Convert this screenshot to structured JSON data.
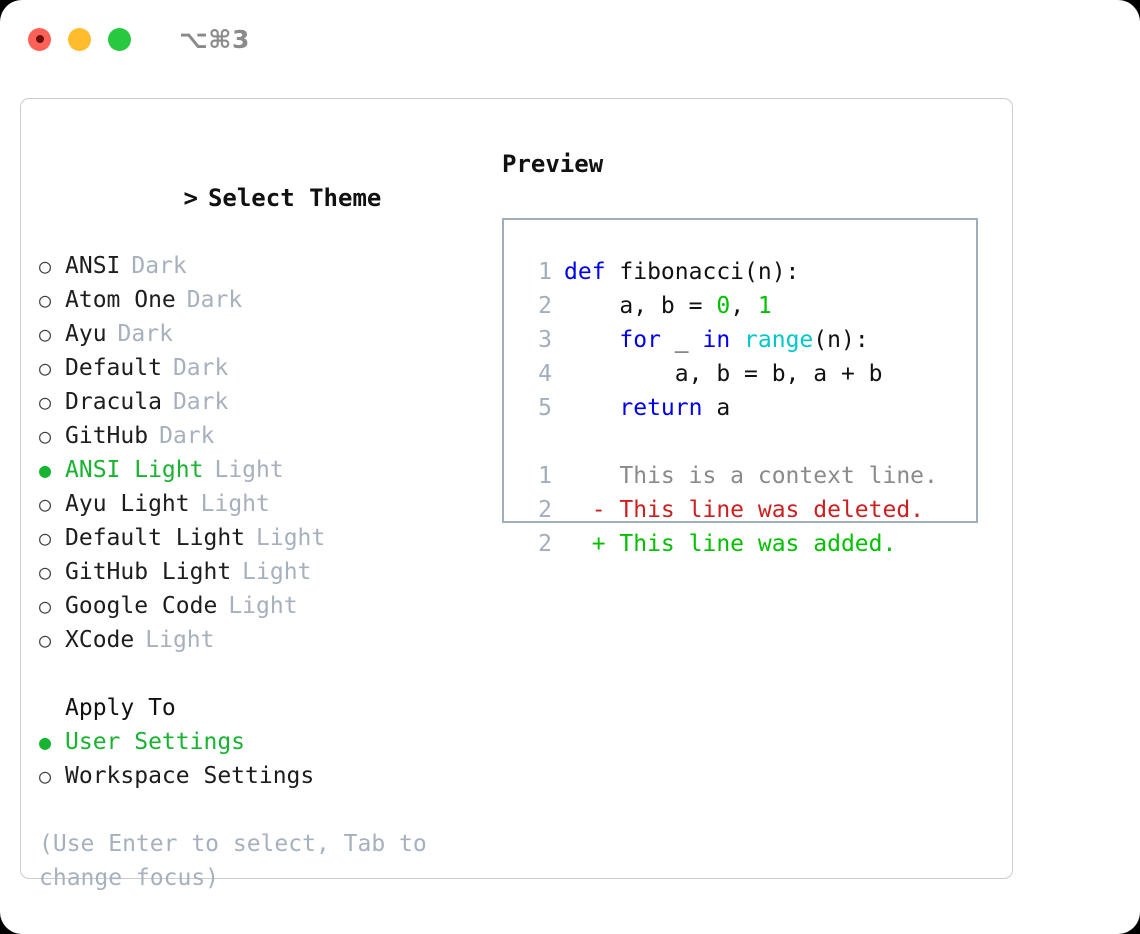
{
  "titlebar": {
    "shortcut": "⌥⌘3",
    "buttons": [
      {
        "name": "close",
        "color": "#ff6159"
      },
      {
        "name": "minimize",
        "color": "#ffbd2e"
      },
      {
        "name": "maximize",
        "color": "#28c840"
      }
    ]
  },
  "theme_selector": {
    "header": "Select Theme",
    "caret": ">",
    "marker_selected": "●",
    "marker_unselected": "○",
    "items": [
      {
        "name": "ANSI",
        "kind": "Dark",
        "selected": false
      },
      {
        "name": "Atom One",
        "kind": "Dark",
        "selected": false
      },
      {
        "name": "Ayu",
        "kind": "Dark",
        "selected": false
      },
      {
        "name": "Default",
        "kind": "Dark",
        "selected": false
      },
      {
        "name": "Dracula",
        "kind": "Dark",
        "selected": false
      },
      {
        "name": "GitHub",
        "kind": "Dark",
        "selected": false
      },
      {
        "name": "ANSI Light",
        "kind": "Light",
        "selected": true
      },
      {
        "name": "Ayu Light",
        "kind": "Light",
        "selected": false
      },
      {
        "name": "Default Light",
        "kind": "Light",
        "selected": false
      },
      {
        "name": "GitHub Light",
        "kind": "Light",
        "selected": false
      },
      {
        "name": "Google Code",
        "kind": "Light",
        "selected": false
      },
      {
        "name": "XCode",
        "kind": "Light",
        "selected": false
      }
    ]
  },
  "apply_to": {
    "label": "Apply To",
    "options": [
      {
        "name": "User Settings",
        "selected": true
      },
      {
        "name": "Workspace Settings",
        "selected": false
      }
    ]
  },
  "hint": "(Use Enter to select, Tab to change focus)",
  "preview": {
    "header": "Preview",
    "code_lines": [
      {
        "num": "1",
        "tokens": [
          {
            "text": "def",
            "type": "kw"
          },
          {
            "text": " fibonacci(n):",
            "type": "txt"
          }
        ]
      },
      {
        "num": "2",
        "tokens": [
          {
            "text": "    a, b = ",
            "type": "txt"
          },
          {
            "text": "0",
            "type": "num"
          },
          {
            "text": ", ",
            "type": "txt"
          },
          {
            "text": "1",
            "type": "num"
          }
        ]
      },
      {
        "num": "3",
        "tokens": [
          {
            "text": "    ",
            "type": "txt"
          },
          {
            "text": "for",
            "type": "kw"
          },
          {
            "text": " _ ",
            "type": "txt"
          },
          {
            "text": "in",
            "type": "kw"
          },
          {
            "text": " ",
            "type": "txt"
          },
          {
            "text": "range",
            "type": "fn"
          },
          {
            "text": "(n):",
            "type": "txt"
          }
        ]
      },
      {
        "num": "4",
        "tokens": [
          {
            "text": "        a, b = b, a + b",
            "type": "txt"
          }
        ]
      },
      {
        "num": "5",
        "tokens": [
          {
            "text": "    ",
            "type": "txt"
          },
          {
            "text": "return",
            "type": "kw"
          },
          {
            "text": " a",
            "type": "txt"
          }
        ]
      }
    ],
    "diff_lines": [
      {
        "num": "1",
        "prefix": "  ",
        "text": "This is a context line.",
        "type": "ctx"
      },
      {
        "num": "2",
        "prefix": "- ",
        "text": "This line was deleted.",
        "type": "del"
      },
      {
        "num": "2",
        "prefix": "+ ",
        "text": "This line was added.",
        "type": "add"
      }
    ]
  },
  "colors": {
    "accent_green": "#18b330",
    "muted": "#a7b0bd",
    "keyword": "#0000e8",
    "function": "#00c8c8",
    "number": "#00c000",
    "diff_delete": "#cc2020",
    "diff_add": "#00c000"
  }
}
